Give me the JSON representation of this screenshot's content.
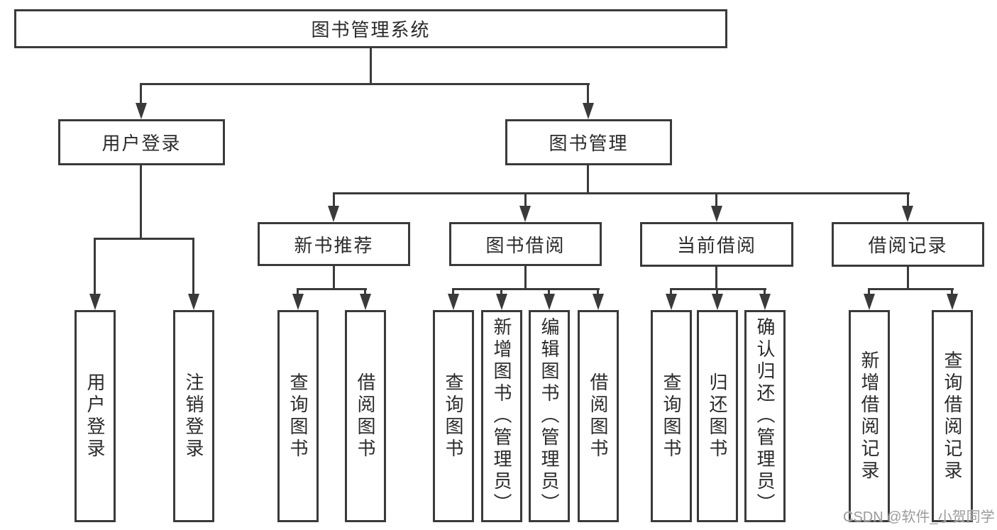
{
  "diagram": {
    "root": {
      "label": "图书管理系统"
    },
    "level2": [
      {
        "label": "用户登录"
      },
      {
        "label": "图书管理"
      }
    ],
    "level3": [
      {
        "label": "新书推荐"
      },
      {
        "label": "图书借阅"
      },
      {
        "label": "当前借阅"
      },
      {
        "label": "借阅记录"
      }
    ],
    "leaves": {
      "user": [
        {
          "label": "用户登录"
        },
        {
          "label": "注销登录"
        }
      ],
      "recommend": [
        {
          "label": "查询图书"
        },
        {
          "label": "借阅图书"
        }
      ],
      "borrow": [
        {
          "label": "查询图书"
        },
        {
          "label": "新增图书（管理员）"
        },
        {
          "label": "编辑图书（管理员）"
        },
        {
          "label": "借阅图书"
        }
      ],
      "current": [
        {
          "label": "查询图书"
        },
        {
          "label": "归还图书"
        },
        {
          "label": "确认归还（管理员）"
        }
      ],
      "history": [
        {
          "label": "新增借阅记录"
        },
        {
          "label": "查询借阅记录"
        }
      ]
    }
  },
  "watermark": {
    "text": "CSDN @软件_小贺同学"
  },
  "colors": {
    "line": "#3a3a3a",
    "text": "#2b2b2b",
    "watermark": "#9b9b9b",
    "background": "#ffffff"
  }
}
